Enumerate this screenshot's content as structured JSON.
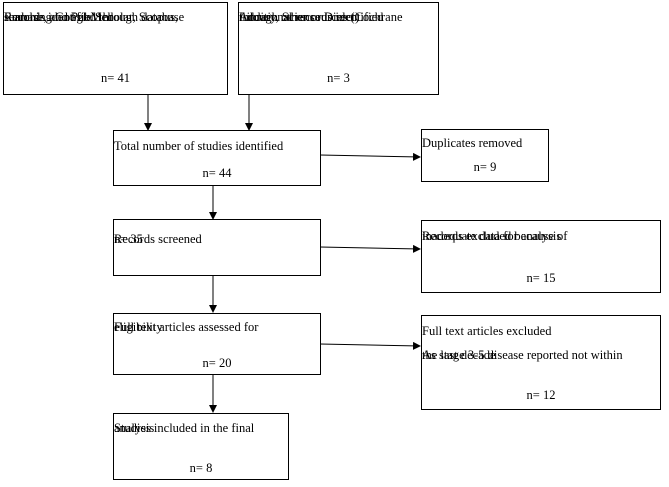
{
  "boxes": {
    "database": {
      "lines": [
        "Records identified through database",
        "searching Google Scholar, Scopus,",
        "Embase, and PubMed"
      ],
      "n": "n= 41"
    },
    "other": {
      "lines": [
        "Additional records identified",
        "through other sources (Cochrane",
        "Library, Science Direct)"
      ],
      "n": "n= 3"
    },
    "total": {
      "lines": [
        "Total number of studies identified"
      ],
      "n": "n= 44"
    },
    "duplicates": {
      "lines": [
        "Duplicates removed"
      ],
      "n": "n= 9"
    },
    "screened": {
      "lines": [
        "Records screened",
        "n= 35"
      ]
    },
    "excluded_inadequate": {
      "lines": [
        "Records excluded because of",
        "inadequate data for analysis"
      ],
      "n": "n= 15"
    },
    "fulltext": {
      "lines": [
        "Full text articles assessed for",
        "eligibility"
      ],
      "n": "n= 20"
    },
    "fulltext_excluded": {
      "title": "Full text articles excluded",
      "lines": [
        "As stage 3-5 disease reported not within",
        "the last decade"
      ],
      "n": "n= 12"
    },
    "included": {
      "lines": [
        "Studies included in the final",
        "analysis"
      ],
      "n": "n= 8"
    }
  }
}
